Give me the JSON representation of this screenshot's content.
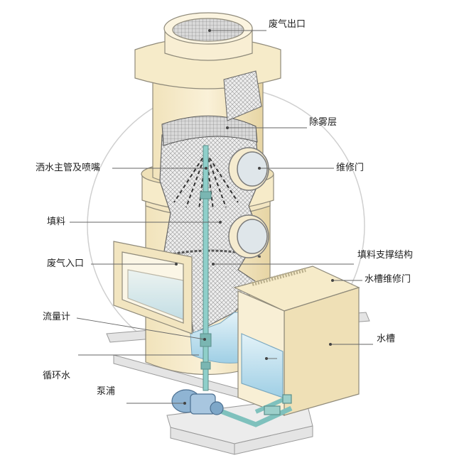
{
  "labels": {
    "gas_outlet": "废气出口",
    "demister": "除雾层",
    "spray": "洒水主管及喷嘴",
    "service_door": "维修门",
    "packing": "填料",
    "packing_support": "填料支撑结构",
    "gas_inlet": "废气入口",
    "tank_door": "水槽维修门",
    "flowmeter": "流量计",
    "tank": "水槽",
    "circulating_water": "循环水",
    "pump": "泵浦"
  },
  "colors": {
    "shell": "#f6ebc9",
    "shell_shade": "#e6d7a8",
    "outline": "#8f8a7a",
    "water": "#bfe0ef",
    "pipe": "#7fc1bd",
    "leader": "#666666"
  }
}
